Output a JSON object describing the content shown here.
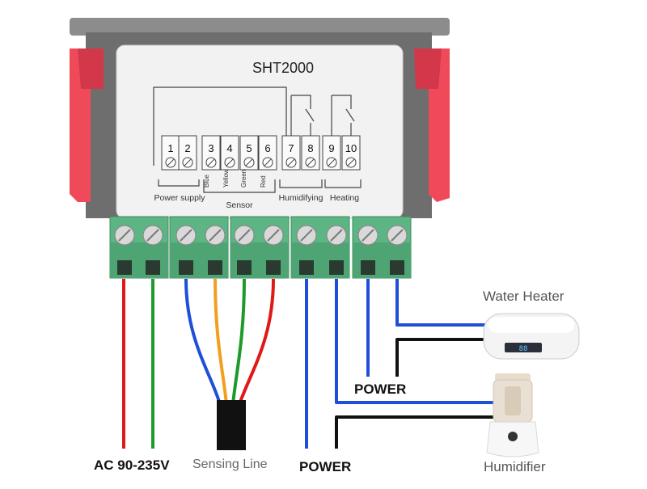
{
  "device": {
    "model": "SHT2000",
    "terminal_numbers": [
      "1",
      "2",
      "3",
      "4",
      "5",
      "6",
      "7",
      "8",
      "9",
      "10"
    ],
    "group_labels": {
      "power_supply": "Power supply",
      "sensor": "Sensor",
      "humidifying": "Humidifying",
      "heating": "Heating"
    },
    "sensor_wire_labels": [
      "Blue",
      "Yellow",
      "Green",
      "Red"
    ]
  },
  "labels": {
    "ac_input": "AC 90-235V",
    "sensing_line": "Sensing Line",
    "power_bottom": "POWER",
    "power_middle": "POWER",
    "water_heater": "Water Heater",
    "humidifier": "Humidifier"
  },
  "wire_colors": {
    "red": "#e01818",
    "green": "#1e9a2a",
    "blue": "#1f4fd8",
    "yellow": "#f0a020",
    "black": "#111111"
  }
}
